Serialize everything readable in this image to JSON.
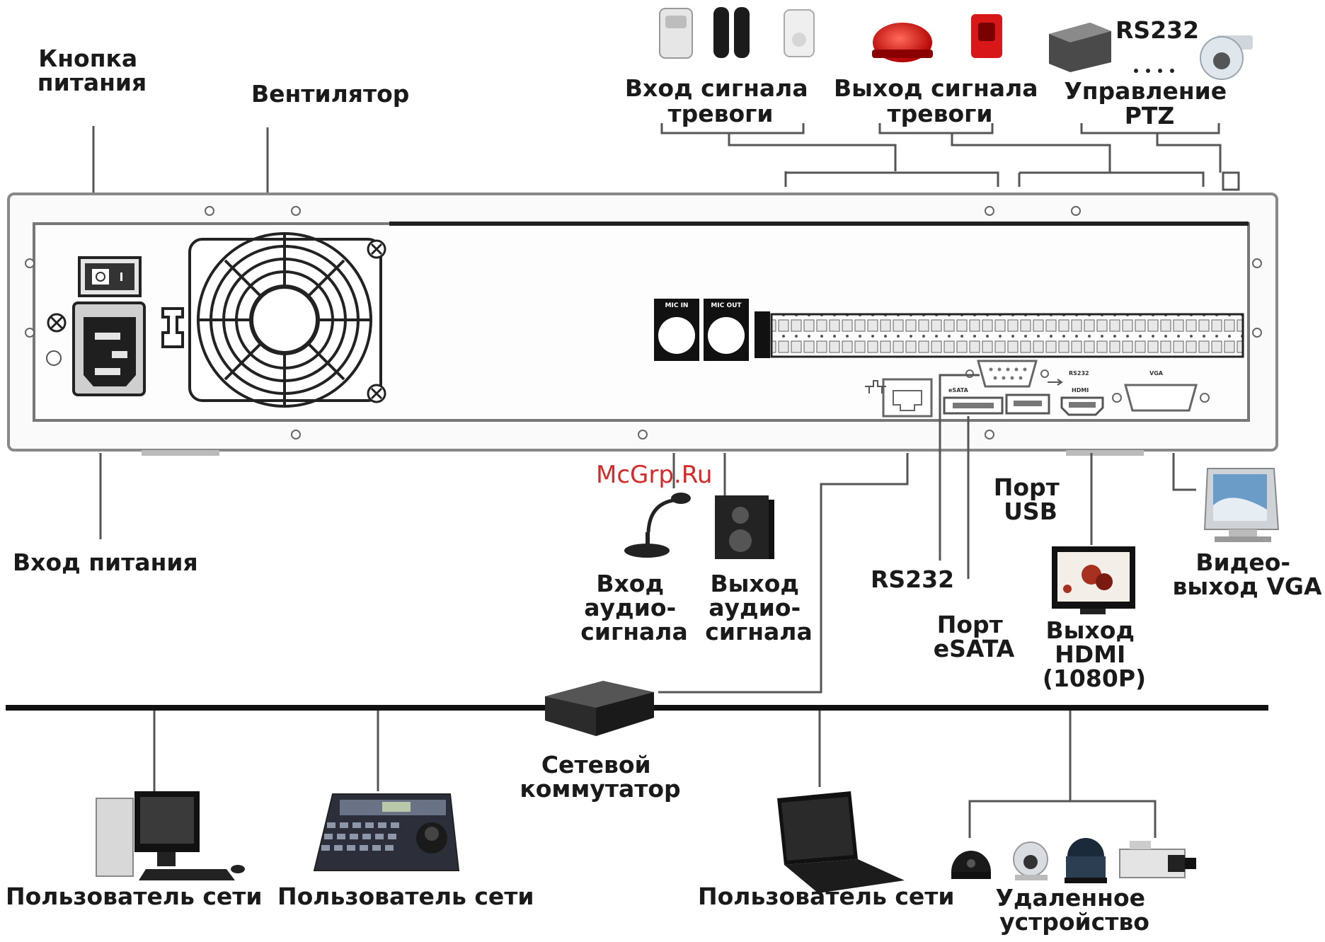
{
  "labels": {
    "power_button": [
      "Кнопка",
      "питания"
    ],
    "fan": "Вентилятор",
    "alarm_in": [
      "Вход сигнала",
      "тревоги"
    ],
    "alarm_out": [
      "Выход сигнала",
      "тревоги"
    ],
    "rs232_top": "RS232",
    "ptz": [
      "Управление",
      "PTZ"
    ],
    "power_input": "Вход питания",
    "watermark": "McGrp.Ru",
    "audio_in": [
      "Вход",
      "аудио-",
      "сигнала"
    ],
    "audio_out": [
      "Выход",
      "аудио-",
      "сигнала"
    ],
    "rs232_bottom": "RS232",
    "usb_port": [
      "Порт",
      "USB"
    ],
    "esata_port": [
      "Порт",
      "eSATA"
    ],
    "hdmi_out": [
      "Выход",
      "HDMI",
      "(1080P)"
    ],
    "vga_out": [
      "Видео-",
      "выход VGA"
    ],
    "network_switch": [
      "Сетевой",
      "коммутатор"
    ],
    "network_user_1": "Пользователь сети",
    "network_user_2": "Пользователь сети",
    "network_user_3": "Пользователь сети",
    "remote_device": [
      "Удаленное",
      "устройство"
    ]
  },
  "panel_text": {
    "mic_in": "MIC IN",
    "mic_out": "MIC OUT",
    "esata": "eSATA",
    "rs232": "RS232",
    "hdmi": "HDMI",
    "vga": "VGA"
  },
  "colors": {
    "text": "#1a1a1a",
    "lines": "#555555",
    "watermark": "#d42a2a",
    "alarm_red": "#d81818"
  }
}
